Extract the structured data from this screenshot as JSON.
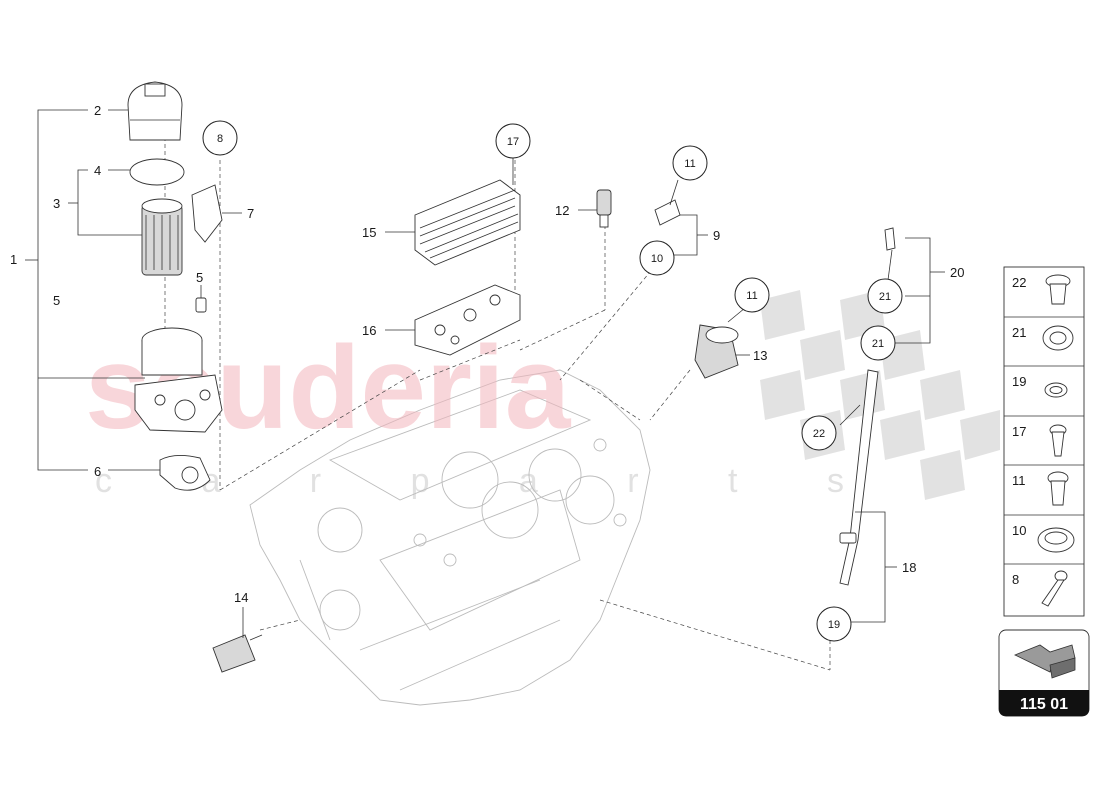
{
  "watermark": {
    "main": "scuderia",
    "sub": "c a r p a r t s"
  },
  "callouts": {
    "c1": "1",
    "c2": "2",
    "c3": "3",
    "c4": "4",
    "c5a": "5",
    "c5b": "5",
    "c6": "6",
    "c7": "7",
    "c8": "8",
    "c9": "9",
    "c10": "10",
    "c11a": "11",
    "c11b": "11",
    "c12": "12",
    "c13": "13",
    "c14": "14",
    "c15": "15",
    "c16": "16",
    "c17": "17",
    "c18": "18",
    "c19": "19",
    "c20": "20",
    "c21a": "21",
    "c21b": "21",
    "c22": "22"
  },
  "legend": [
    "22",
    "21",
    "19",
    "17",
    "11",
    "10",
    "8"
  ],
  "reference": {
    "number": "115 01"
  },
  "colors": {
    "watermark_red": "#e88a96",
    "reference_bg": "#111111"
  }
}
